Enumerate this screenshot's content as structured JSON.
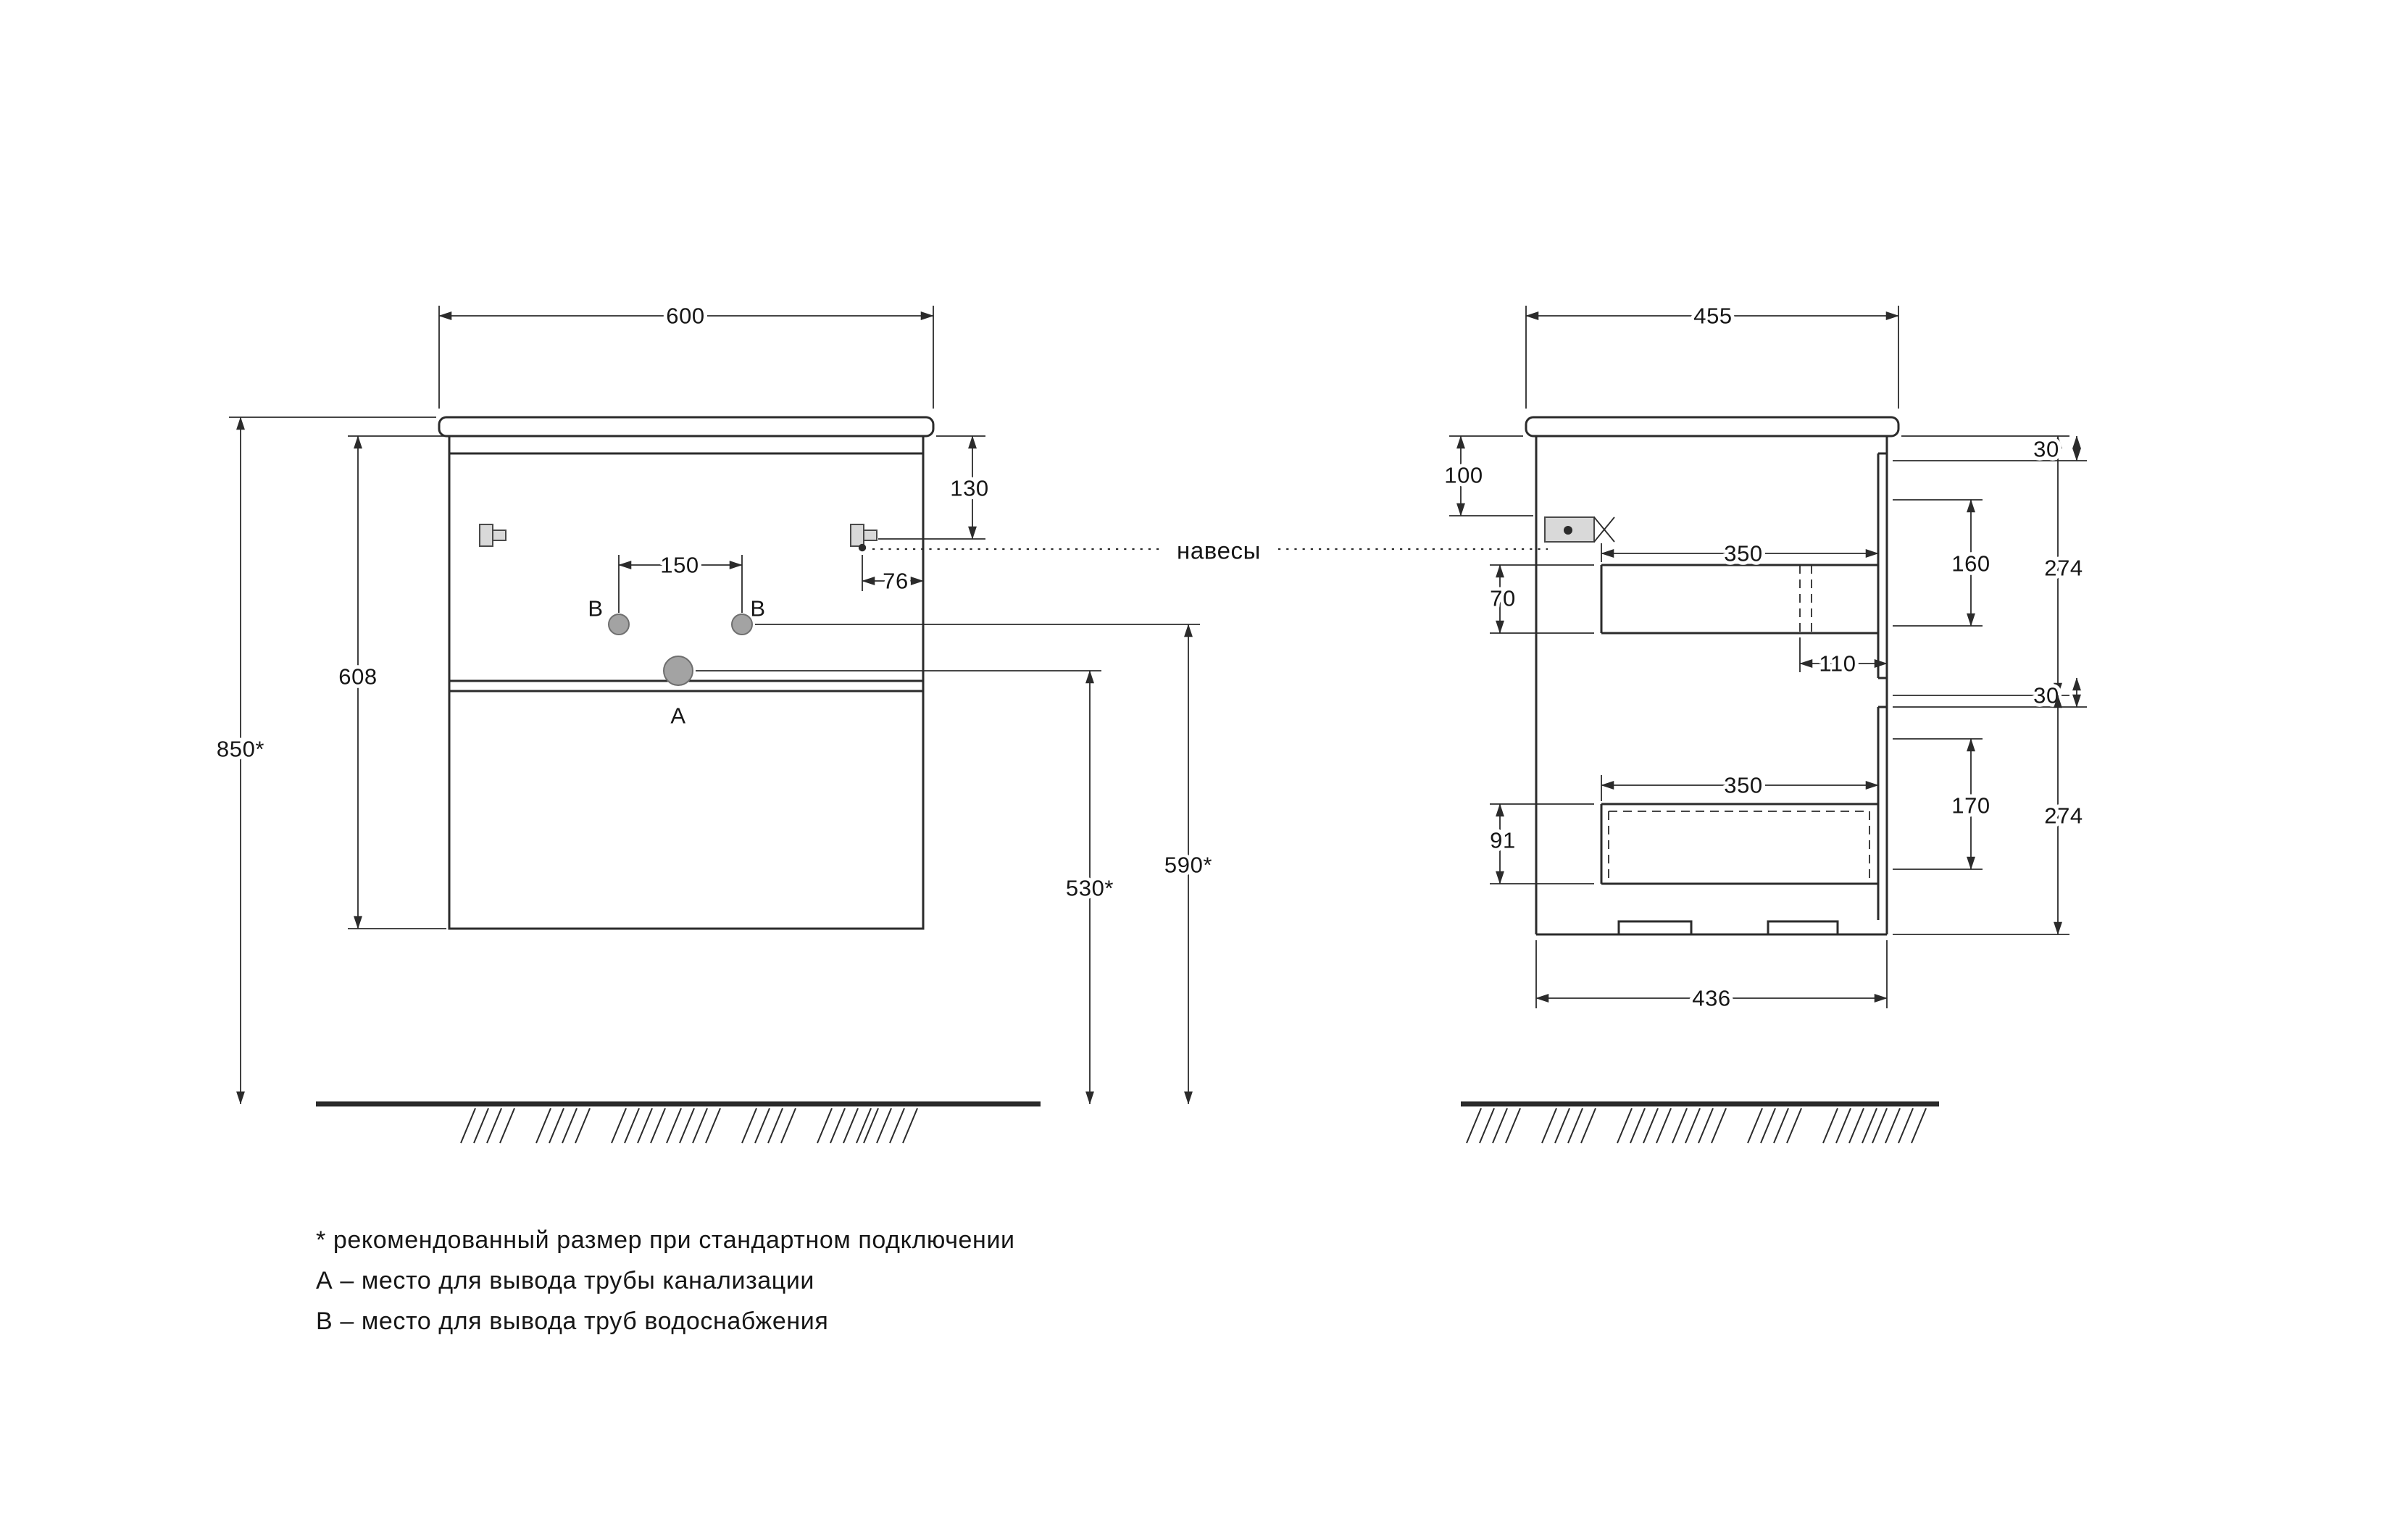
{
  "callout": {
    "label": "навесы"
  },
  "front": {
    "d600": "600",
    "d130": "130",
    "d76": "76",
    "d150": "150",
    "d608": "608",
    "d850": "850*",
    "d530": "530*",
    "d590": "590*",
    "label_a": "А",
    "label_b_left": "В",
    "label_b_right": "В"
  },
  "side": {
    "d455": "455",
    "d100": "100",
    "d70": "70",
    "d91": "91",
    "d350_top": "350",
    "d350_bottom": "350",
    "d160": "160",
    "d170": "170",
    "d274_top": "274",
    "d274_bottom": "274",
    "d30_top": "30",
    "d30_mid": "30",
    "d110": "110",
    "d436": "436"
  },
  "footnotes": {
    "line1": "* рекомендованный размер при стандартном подключении",
    "line2": "А – место для вывода трубы канализации",
    "line3": "В – место для вывода труб водоснабжения"
  },
  "colors": {
    "line": "#2b2b2b",
    "text": "#161616",
    "hole_fill": "#a3a3a3"
  }
}
